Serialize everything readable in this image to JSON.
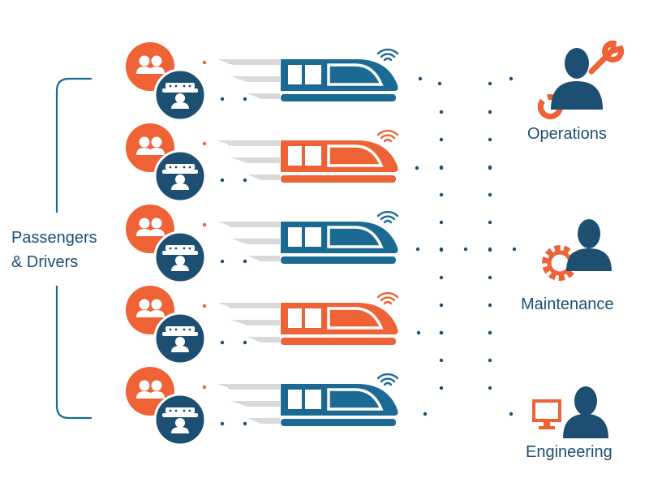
{
  "group_label": {
    "line1": "Passengers",
    "line2": "& Drivers"
  },
  "trains": [
    {
      "color": "blue"
    },
    {
      "color": "orange"
    },
    {
      "color": "blue"
    },
    {
      "color": "orange"
    },
    {
      "color": "blue"
    }
  ],
  "departments": [
    {
      "label": "Operations",
      "icon": "worker-wrench-icon"
    },
    {
      "label": "Maintenance",
      "icon": "worker-gear-icon"
    },
    {
      "label": "Engineering",
      "icon": "worker-monitor-icon"
    }
  ],
  "colors": {
    "blue": "#1a6a94",
    "orange": "#ee6235",
    "navy": "#1d4f73",
    "speed": "#d9d9dc",
    "dot": "#1d4f73"
  }
}
